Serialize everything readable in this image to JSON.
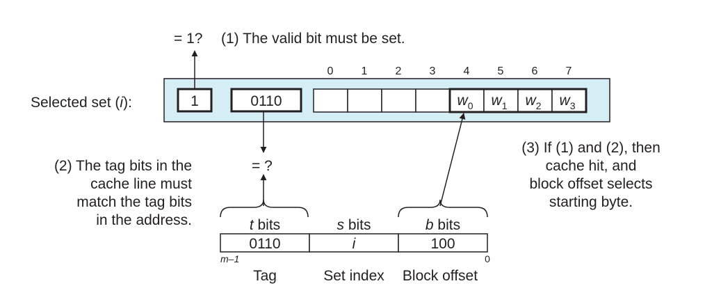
{
  "top_question": "= 1?",
  "note1": "(1) The valid bit must be set.",
  "set_label": "Selected set (i):",
  "set_label_parts": {
    "pre": "Selected set (",
    "var": "i",
    "post": "):"
  },
  "valid_bit": "1",
  "tag_value": "0110",
  "byte_indices": [
    "0",
    "1",
    "2",
    "3",
    "4",
    "5",
    "6",
    "7"
  ],
  "words": [
    {
      "letter": "w",
      "sub": "0"
    },
    {
      "letter": "w",
      "sub": "1"
    },
    {
      "letter": "w",
      "sub": "2"
    },
    {
      "letter": "w",
      "sub": "3"
    }
  ],
  "compare_label": "= ?",
  "note2_lines": [
    "(2) The tag bits in the",
    "cache line must",
    "match the tag bits",
    "in the address."
  ],
  "note3_lines": [
    "(3) If (1) and (2), then",
    "cache hit, and",
    "block offset selects",
    "starting byte."
  ],
  "address": {
    "field_headers": [
      {
        "var": "t",
        "rest": " bits"
      },
      {
        "var": "s",
        "rest": " bits"
      },
      {
        "var": "b",
        "rest": " bits"
      }
    ],
    "fields": [
      "0110",
      "i",
      "100"
    ],
    "msb_label": "m–1",
    "lsb_label": "0",
    "bottom_labels": [
      "Tag",
      "Set index",
      "Block offset"
    ]
  },
  "colors": {
    "set_fill": "#d5eef6",
    "stroke": "#231f20"
  }
}
